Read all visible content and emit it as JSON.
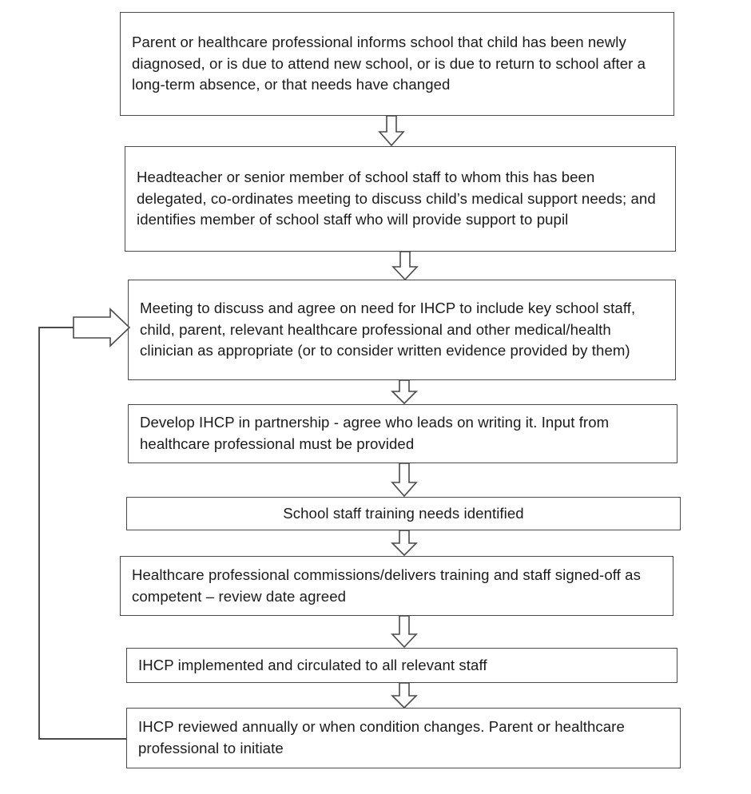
{
  "diagram": {
    "title": "IHCP process flowchart",
    "stroke_color": "#4a4a4a",
    "text_color": "#1b1b1b",
    "background": "#ffffff",
    "nodes": [
      {
        "id": "node-1",
        "name": "notification-step",
        "align": "left",
        "text": "Parent or healthcare professional informs school that child has been newly diagnosed, or is due to attend new school, or is due to return to school after a long-term absence, or that needs have changed"
      },
      {
        "id": "node-2",
        "name": "headteacher-coordination-step",
        "align": "left",
        "text": "Headteacher or senior member of school staff to whom this has been delegated, co-ordinates meeting to discuss child’s medical support needs; and identifies member of school staff who will provide support to pupil"
      },
      {
        "id": "node-3",
        "name": "meeting-step",
        "align": "left",
        "text": "Meeting to discuss and agree on need for IHCP to include key school staff, child, parent, relevant healthcare professional and other medical/health clinician as appropriate (or to consider written evidence provided by them)"
      },
      {
        "id": "node-4",
        "name": "develop-ihcp-step",
        "align": "left",
        "text": "Develop IHCP in partnership - agree who leads on writing it. Input from healthcare professional must be provided"
      },
      {
        "id": "node-5",
        "name": "training-needs-step",
        "align": "center",
        "text": "School staff training needs identified"
      },
      {
        "id": "node-6",
        "name": "training-delivery-step",
        "align": "left",
        "text": "Healthcare professional commissions/delivers training and staff signed-off as competent – review date agreed"
      },
      {
        "id": "node-7",
        "name": "ihcp-implemented-step",
        "align": "left",
        "text": "IHCP implemented and circulated to all relevant staff"
      },
      {
        "id": "node-8",
        "name": "ihcp-review-step",
        "align": "left",
        "text": "IHCP reviewed annually or when condition changes. Parent or healthcare professional to initiate"
      }
    ],
    "connectors": [
      {
        "id": "arrow-1-2",
        "name": "down-arrow-notification-to-headteacher",
        "direction": "down"
      },
      {
        "id": "arrow-2-3",
        "name": "down-arrow-headteacher-to-meeting",
        "direction": "down"
      },
      {
        "id": "arrow-3-4",
        "name": "down-arrow-meeting-to-develop",
        "direction": "down"
      },
      {
        "id": "arrow-4-5",
        "name": "down-arrow-develop-to-training-needs",
        "direction": "down"
      },
      {
        "id": "arrow-5-6",
        "name": "down-arrow-training-needs-to-delivery",
        "direction": "down"
      },
      {
        "id": "arrow-6-7",
        "name": "down-arrow-delivery-to-implemented",
        "direction": "down"
      },
      {
        "id": "arrow-7-8",
        "name": "down-arrow-implemented-to-review",
        "direction": "down"
      },
      {
        "id": "feedback-loop",
        "name": "feedback-loop-review-to-meeting",
        "direction": "right"
      }
    ]
  }
}
